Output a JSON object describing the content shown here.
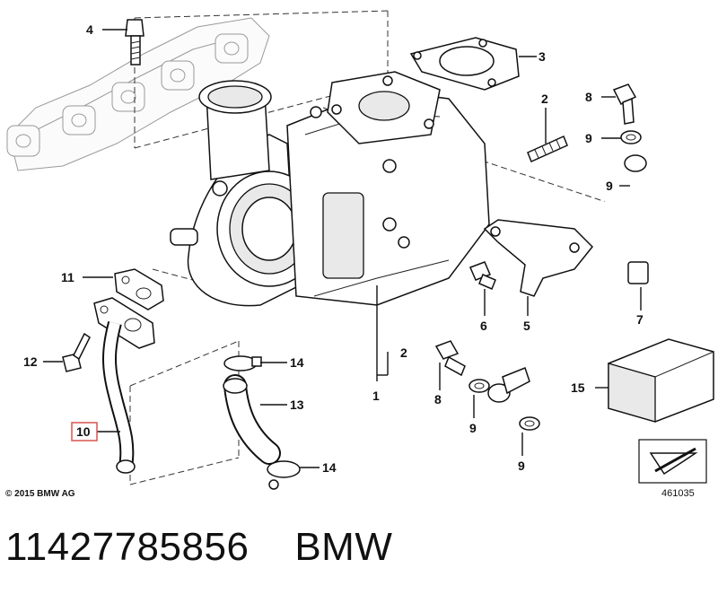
{
  "callouts": {
    "c1": "1",
    "c2a": "2",
    "c2b": "2",
    "c3": "3",
    "c4": "4",
    "c5": "5",
    "c6": "6",
    "c7": "7",
    "c8a": "8",
    "c8b": "8",
    "c9a": "9",
    "c9b": "9",
    "c9c": "9",
    "c9d": "9",
    "c10": "10",
    "c11": "11",
    "c12": "12",
    "c13": "13",
    "c14a": "14",
    "c14b": "14",
    "c15": "15"
  },
  "highlighted_callout": "10",
  "highlight_color": "#d9534f",
  "copyright": "© 2015 BMW AG",
  "diagram_ref": "461035",
  "part_number": "11427785856",
  "brand": "BMW"
}
